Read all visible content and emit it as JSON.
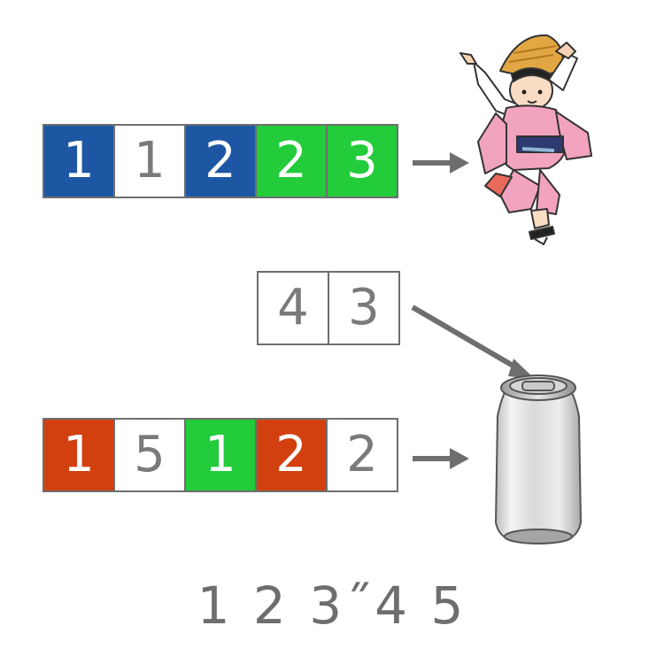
{
  "rows": [
    {
      "cells": [
        {
          "value": "1",
          "color": "blue"
        },
        {
          "value": "1",
          "color": "white"
        },
        {
          "value": "2",
          "color": "blue"
        },
        {
          "value": "2",
          "color": "green"
        },
        {
          "value": "3",
          "color": "green"
        }
      ],
      "target": "dancer-illustration"
    },
    {
      "cells": [
        {
          "value": "4",
          "color": "white"
        },
        {
          "value": "3",
          "color": "white"
        }
      ],
      "target": "can-illustration"
    },
    {
      "cells": [
        {
          "value": "1",
          "color": "red"
        },
        {
          "value": "5",
          "color": "white"
        },
        {
          "value": "1",
          "color": "green"
        },
        {
          "value": "2",
          "color": "red"
        },
        {
          "value": "2",
          "color": "white"
        }
      ],
      "target": "can-illustration"
    }
  ],
  "caption": "1 2 3˝4 5",
  "colors": {
    "blue": "#1d57a4",
    "green": "#22cc3a",
    "red": "#d2400f",
    "white": "#ffffff",
    "border": "#6e6e6e",
    "arrow": "#6e6e6e"
  },
  "icons": [
    "awa-odori-dancer-icon",
    "aluminum-can-icon",
    "arrow-icon"
  ]
}
